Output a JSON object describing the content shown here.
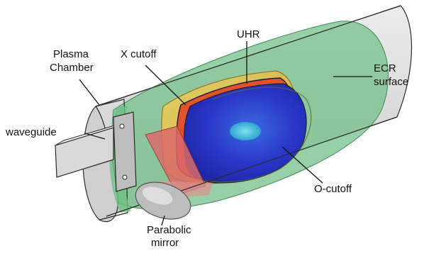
{
  "labels": {
    "plasma_chamber_line1": "Plasma",
    "plasma_chamber_line2": "Chamber",
    "x_cutoff": "X cutoff",
    "uhr": "UHR",
    "ecr_line1": "ECR",
    "ecr_line2": "surface",
    "waveguide": "waveguide",
    "o_cutoff": "O-cutoff",
    "parabolic_line1": "Parabolic",
    "parabolic_line2": "mirror"
  },
  "colors": {
    "chamber_wall": "#d6d6d6",
    "chamber_edge": "#2a2a2a",
    "ecr_surface": "#74c08a",
    "x_cutoff": "#e8b43a",
    "uhr": "#e2452a",
    "o_cutoff": "#2d3fd0",
    "o_cutoff_core": "#3fb4d8",
    "waveguide": "#d9d9d9",
    "beam": "#d96a6a",
    "mirror": "#bdbdbd"
  }
}
